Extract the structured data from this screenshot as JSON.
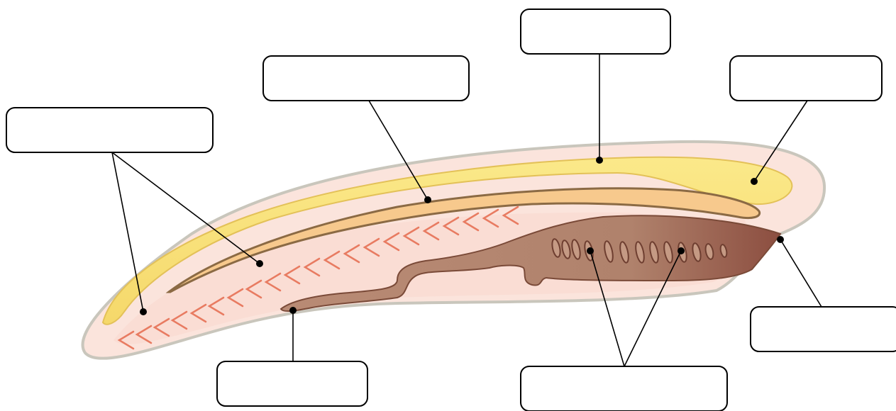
{
  "diagram": {
    "labels": [
      {
        "id": "tail-fin-label",
        "text": ""
      },
      {
        "id": "notochord-label",
        "text": ""
      },
      {
        "id": "nerve-cord-label",
        "text": ""
      },
      {
        "id": "brain-label",
        "text": ""
      },
      {
        "id": "mouth-label",
        "text": ""
      },
      {
        "id": "anus-label",
        "text": ""
      },
      {
        "id": "gill-slits-label",
        "text": ""
      }
    ],
    "colors": {
      "body_outline": "#c9c6bc",
      "body_fill": "#fbe5df",
      "body_inner": "#f9d9cf",
      "nerve_cord": "#f8e27a",
      "nerve_cord_edge": "#e8c55a",
      "notochord": "#f6c98e",
      "notochord_edge": "#8a6a45",
      "gut": "#b88a74",
      "gut_edge": "#7a4a38",
      "muscle_chevrons": "#e57a60"
    }
  }
}
